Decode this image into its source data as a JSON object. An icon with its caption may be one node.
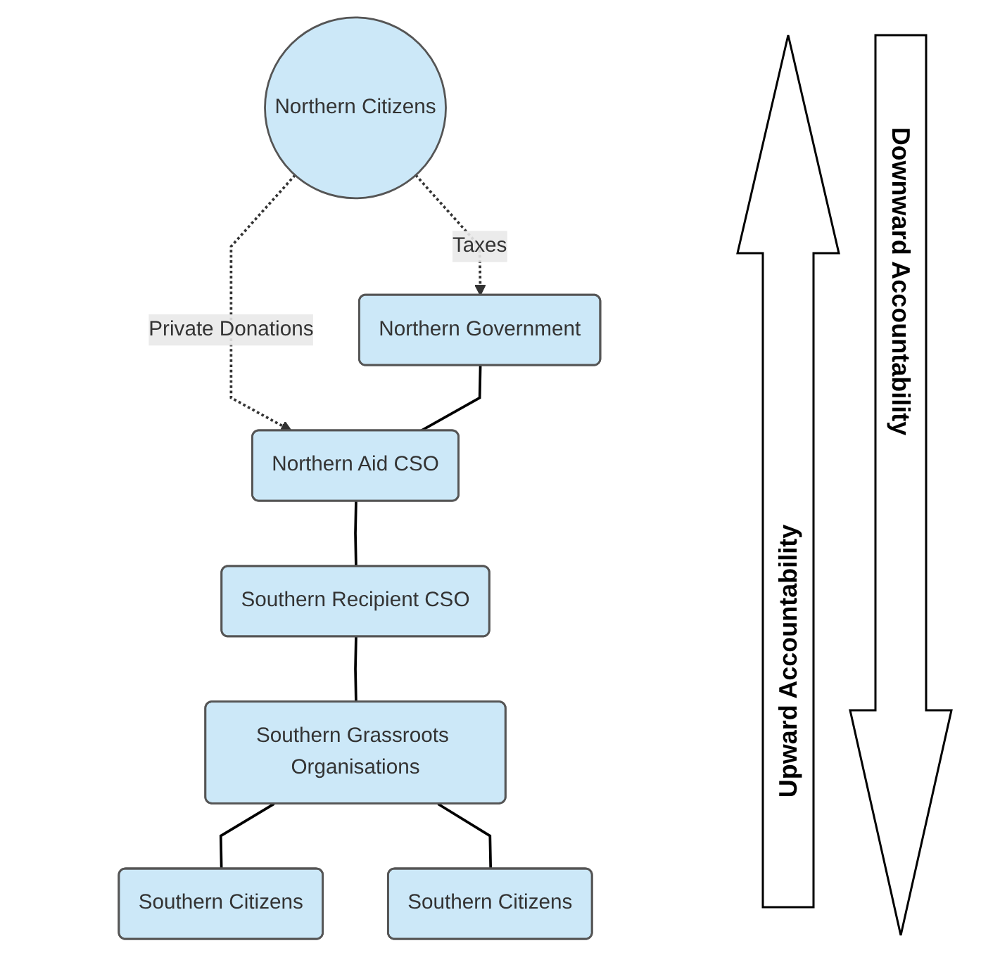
{
  "diagram": {
    "nodes": [
      {
        "text": [
          "Northern Citizens"
        ]
      },
      {
        "text": [
          "Northern Government"
        ]
      },
      {
        "text": [
          "Northern Aid CSO"
        ]
      },
      {
        "text": [
          "Southern Recipient CSO"
        ]
      },
      {
        "text": [
          "Southern Grassroots Organisations"
        ]
      },
      {
        "text": [
          "Southern Citizens"
        ]
      },
      {
        "text": [
          "Southern Citizens"
        ]
      }
    ],
    "edges": [
      {
        "from": 0,
        "to": 1,
        "arrow": "to",
        "label": "Taxes",
        "style": "dashed"
      },
      {
        "from": 0,
        "to": 2,
        "arrow": "to",
        "label": "Private Donations",
        "style": "dashed"
      },
      {
        "from": 1,
        "to": 2,
        "arrow": "none"
      },
      {
        "from": 2,
        "to": 3,
        "arrow": "none"
      },
      {
        "from": 3,
        "to": 4,
        "arrow": "none"
      },
      {
        "from": 4,
        "to": 5,
        "arrow": "none"
      },
      {
        "from": 4,
        "to": 6,
        "arrow": "none"
      }
    ],
    "labels": [
      "Upward Accountability",
      "Downward Accountability"
    ]
  }
}
